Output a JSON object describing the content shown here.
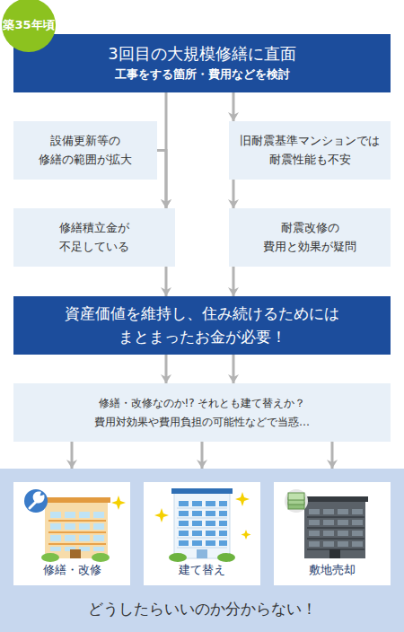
{
  "diagram": {
    "nodes": [
      {
        "text": [
          "築35年頃"
        ]
      },
      {
        "text": [
          "3回目の大規模修繕に直面",
          "工事をする箇所・費用などを検討"
        ]
      },
      {
        "text": [
          "設備更新等の 修繕の範囲が拡大"
        ]
      },
      {
        "text": [
          "旧耐震基準マンションでは 耐震性能も不安"
        ]
      },
      {
        "text": [
          "修繕積立金が 不足している"
        ]
      },
      {
        "text": [
          "耐震改修の 費用と効果が疑問"
        ]
      },
      {
        "text": [
          "資産価値を維持し、住み続けるためには まとまったお金が必要！"
        ]
      },
      {
        "text": [
          "修繕・改修なのか!? それとも建て替えか？ 費用対効果や費用負担の可能性などで当惑…"
        ]
      },
      {
        "text": [
          "どうしたらいいのか分からない！"
        ]
      },
      {
        "text": [
          "修繕・改修"
        ],
        "in": 8
      },
      {
        "text": [
          "建て替え"
        ],
        "in": 8
      },
      {
        "text": [
          "敷地売却"
        ],
        "in": 8
      }
    ],
    "edges": [
      {
        "from": 1,
        "to": 4,
        "arrow": "to"
      },
      {
        "from": 2,
        "to": 4,
        "arrow": "to"
      },
      {
        "from": 1,
        "to": 3,
        "arrow": "to"
      },
      {
        "from": 3,
        "to": 5,
        "arrow": "to"
      },
      {
        "from": 4,
        "to": 6,
        "arrow": "to"
      },
      {
        "from": 5,
        "to": 6,
        "arrow": "to"
      },
      {
        "from": 6,
        "to": 7,
        "arrow": "to"
      },
      {
        "from": 6,
        "to": 7,
        "arrow": "to"
      },
      {
        "from": 7,
        "to": 8,
        "arrow": "to"
      },
      {
        "from": 7,
        "to": 8,
        "arrow": "to"
      },
      {
        "from": 7,
        "to": 8,
        "arrow": "to"
      }
    ]
  }
}
